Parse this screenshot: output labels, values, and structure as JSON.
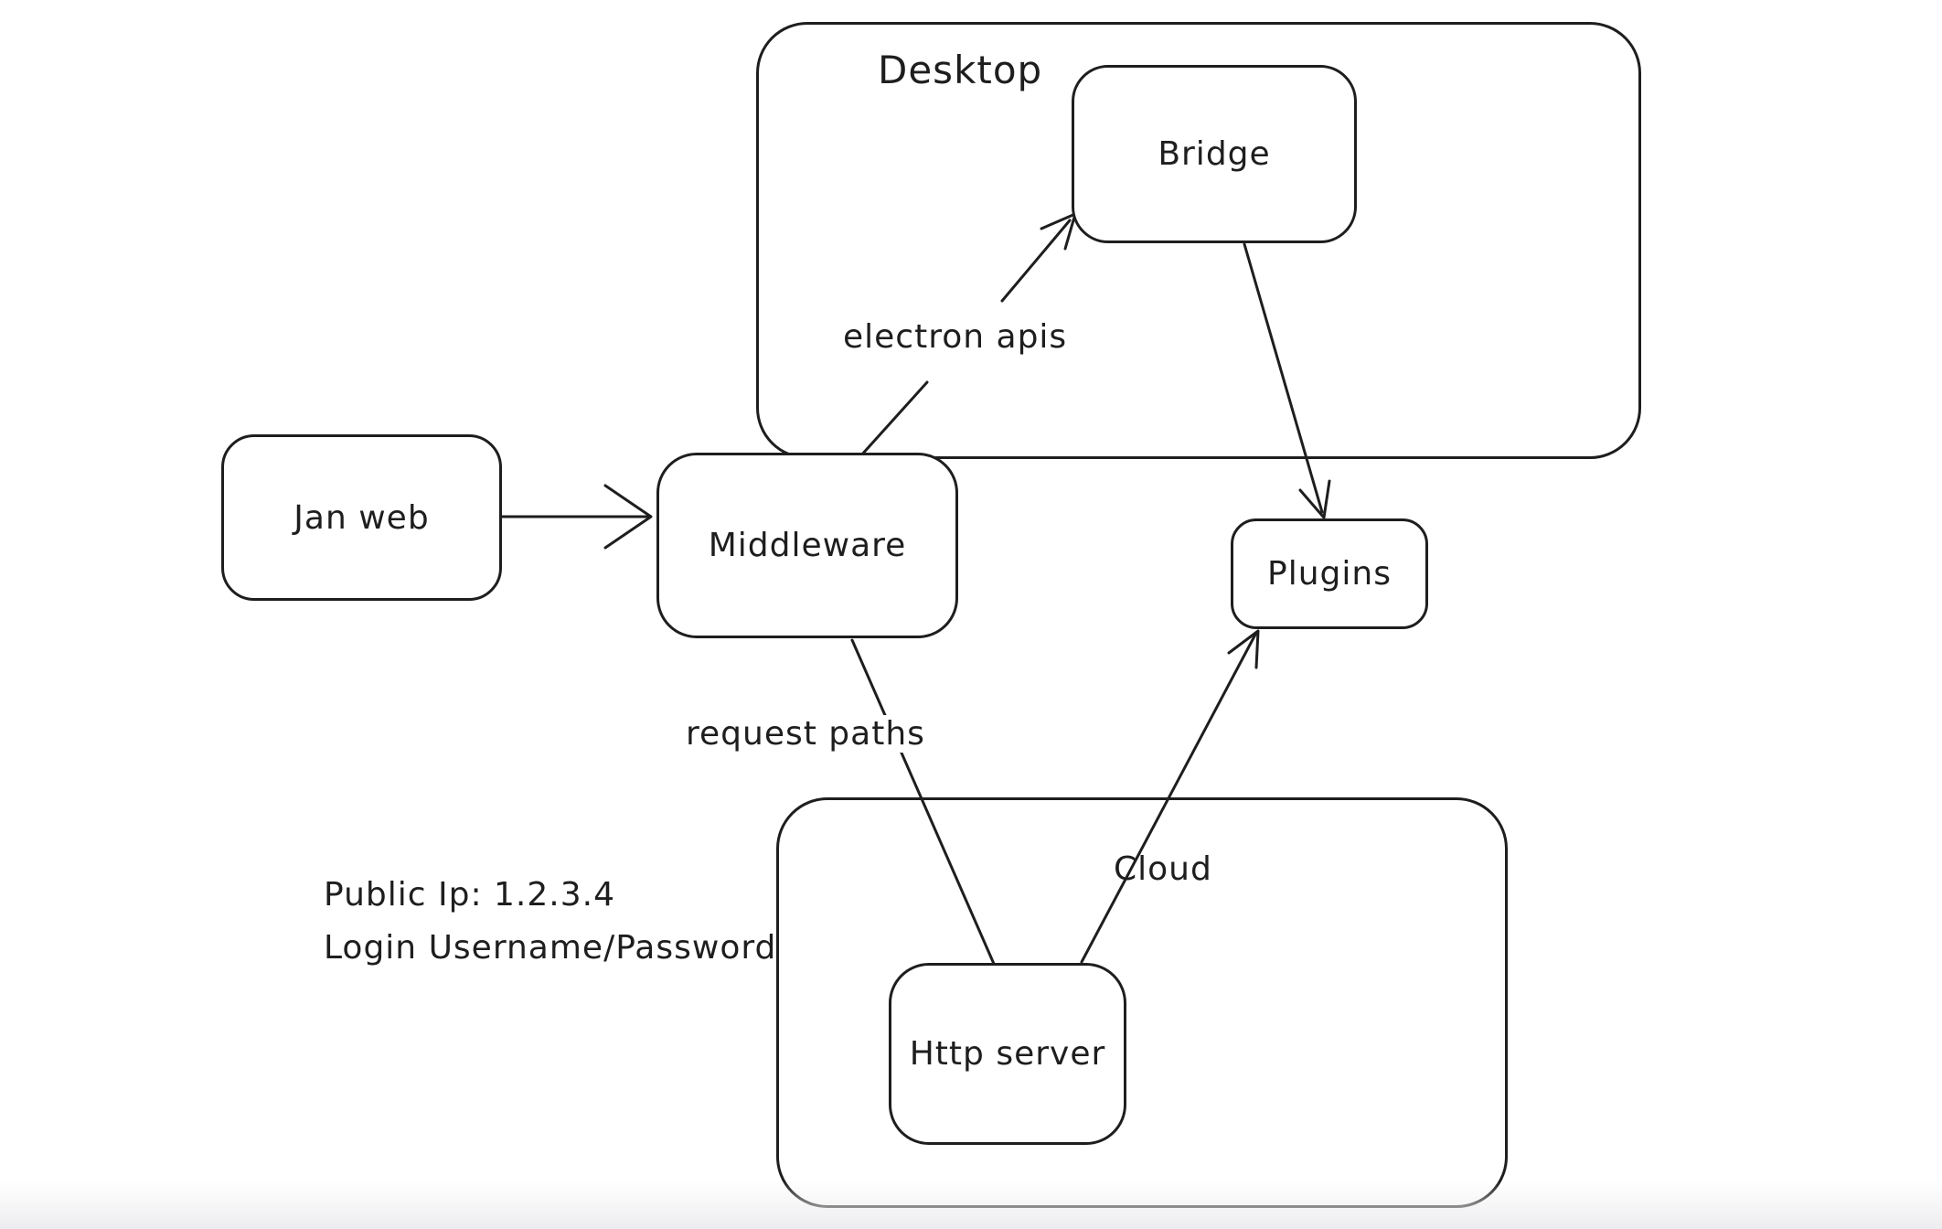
{
  "canvas": {
    "background": "#ffffff",
    "stroke_color": "#1e1e1e",
    "bottom_fade_color": "#ededf0"
  },
  "diagram": {
    "containers": [
      {
        "id": "desktop",
        "label": "Desktop"
      },
      {
        "id": "cloud",
        "label": "Cloud"
      }
    ],
    "nodes": [
      {
        "id": "jan-web",
        "label": "Jan web"
      },
      {
        "id": "middleware",
        "label": "Middleware"
      },
      {
        "id": "bridge",
        "label": "Bridge"
      },
      {
        "id": "plugins",
        "label": "Plugins"
      },
      {
        "id": "http-server",
        "label": "Http server"
      }
    ],
    "edges": [
      {
        "id": "jan-web-to-middleware",
        "from": "Jan web",
        "to": "Middleware",
        "label": ""
      },
      {
        "id": "middleware-to-bridge",
        "from": "Middleware",
        "to": "Bridge",
        "label": "electron apis"
      },
      {
        "id": "bridge-to-plugins",
        "from": "Bridge",
        "to": "Plugins",
        "label": ""
      },
      {
        "id": "middleware-to-http-server",
        "from": "Middleware",
        "to": "Http server",
        "label": "request paths"
      },
      {
        "id": "http-server-to-plugins",
        "from": "Http server",
        "to": "Plugins",
        "label": ""
      }
    ],
    "annotations": [
      {
        "id": "note-line-1",
        "text": "Public Ip: 1.2.3.4"
      },
      {
        "id": "note-line-2",
        "text": "Login Username/Password"
      }
    ]
  }
}
